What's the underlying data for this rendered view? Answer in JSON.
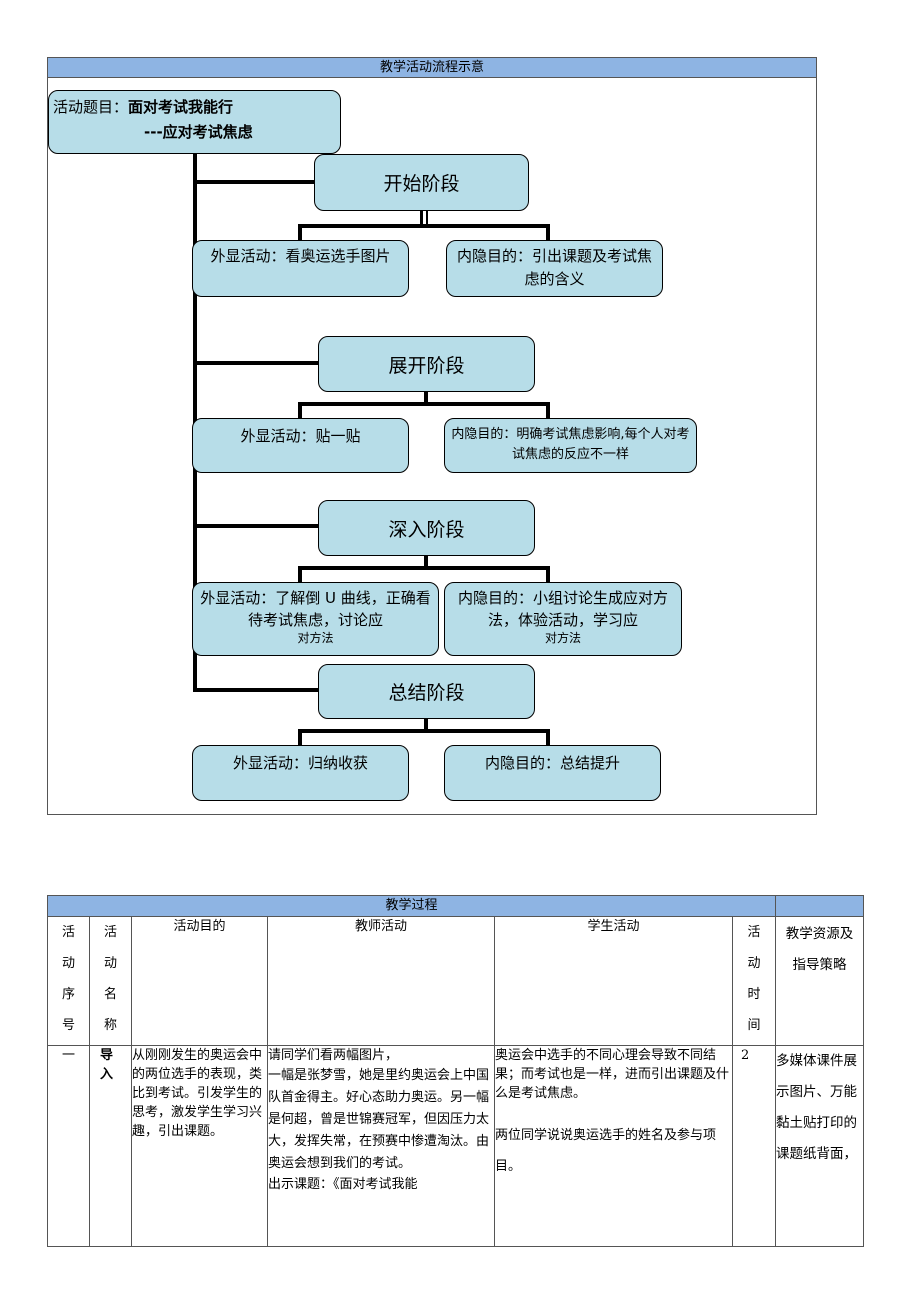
{
  "flow": {
    "header": "教学活动流程示意",
    "title_label": "活动题目：",
    "title_main": "面对考试我能行",
    "title_sub": "---应对考试焦虑",
    "stages": [
      {
        "name": "开始阶段",
        "activity": "外显活动：看奥运选手图片",
        "purpose": "内隐目的：引出课题及考试焦虑的含义"
      },
      {
        "name": "展开阶段",
        "activity": "外显活动：贴一贴",
        "purpose": "内隐目的：明确考试焦虑影响,每个人对考试焦虑的反应不一样"
      },
      {
        "name": "深入阶段",
        "activity_main": "外显活动：了解倒 U 曲线，正确看待考试焦虑，讨论应",
        "activity_tail": "对方法",
        "purpose_main": "内隐目的：小组讨论生成应对方法，体验活动，学习应",
        "purpose_tail": "对方法"
      },
      {
        "name": "总结阶段",
        "activity": "外显活动：归纳收获",
        "purpose": "内隐目的：总结提升"
      }
    ]
  },
  "table": {
    "header": "教学过程",
    "columns": {
      "seq": [
        "活",
        "动",
        "序",
        "号"
      ],
      "name": [
        "活",
        "动",
        "名",
        "称"
      ],
      "goal": "活动目的",
      "teacher": "教师活动",
      "student": "学生活动",
      "time": [
        "活",
        "动",
        "时",
        "间"
      ],
      "resource": "教学资源及指导策略"
    },
    "row": {
      "seq": "一",
      "name": "导入",
      "goal": "从刚刚发生的奥运会中的两位选手的表现，类比到考试。引发学生的思考，激发学生学习兴趣，引出课题。",
      "teacher_1": "请同学们看两幅图片，",
      "teacher_2": "一幅是张梦雪，她是里约奥运会上中国队首金得主。好心态助力奥运。另一幅是何超，曾是世锦赛冠军，但因压力太大，发挥失常，在预赛中惨遭淘汰。由奥运会想到我们的考试。",
      "teacher_3": "出示课题：《面对考试我能",
      "student_1": "奥运会中选手的不同心理会导致不同结果；而考试也是一样，进而引出课题及什么是考试焦虑。",
      "student_2": "两位同学说说奥运选手的姓名及参与项目。",
      "time": "2",
      "resource": "多媒体课件展示图片、万能黏土贴打印的课题纸背面，"
    }
  }
}
